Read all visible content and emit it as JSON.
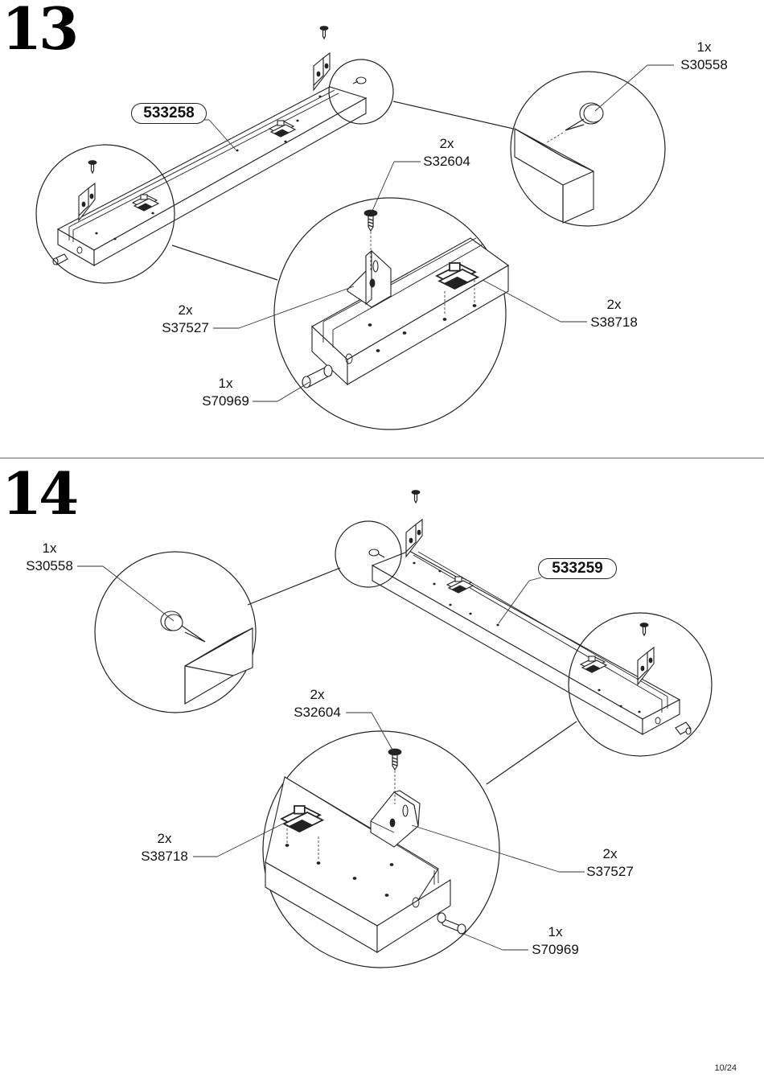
{
  "steps": [
    {
      "number": "13",
      "panel_code": "533258",
      "parts": [
        {
          "qty": "1x",
          "code": "S30558"
        },
        {
          "qty": "2x",
          "code": "S32604"
        },
        {
          "qty": "2x",
          "code": "S37527"
        },
        {
          "qty": "2x",
          "code": "S38718"
        },
        {
          "qty": "1x",
          "code": "S70969"
        }
      ]
    },
    {
      "number": "14",
      "panel_code": "533259",
      "parts": [
        {
          "qty": "1x",
          "code": "S30558"
        },
        {
          "qty": "2x",
          "code": "S32604"
        },
        {
          "qty": "2x",
          "code": "S38718"
        },
        {
          "qty": "2x",
          "code": "S37527"
        },
        {
          "qty": "1x",
          "code": "S70969"
        }
      ]
    }
  ],
  "page_number": "10/24"
}
